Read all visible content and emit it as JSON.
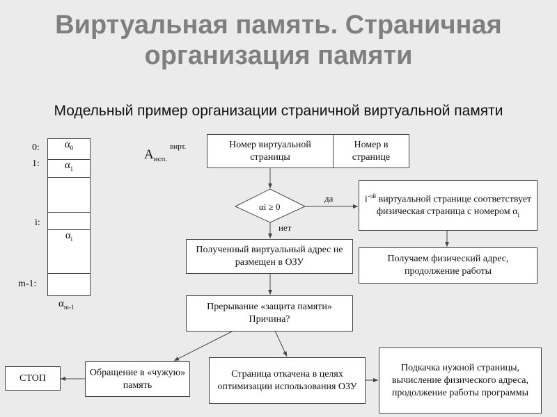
{
  "title": "Виртуальная память. Страничная организация памяти",
  "subtitle": "Модельный пример организации страничной виртуальной памяти",
  "table": {
    "row_labels": [
      "0:",
      "1:",
      "i:",
      "m-1:"
    ],
    "alpha": "α",
    "subs": [
      "0",
      "1",
      "i",
      "m-1"
    ]
  },
  "address": {
    "main": "A",
    "sub": "исп.",
    "sup": "вирт."
  },
  "boxes": {
    "virtual_page": "Номер виртуальной страницы",
    "page_offset": "Номер в странице",
    "condition": "αi ≥ 0",
    "match_pre": "i",
    "match_sup": "-ой",
    "match_text": "виртуальной странице соответствует физическая страница с номером α",
    "match_sub": "i",
    "get_physical": "Получаем физический адрес, продолжение работы",
    "not_in_ram": "Полученный виртуальный адрес не размещен в ОЗУ",
    "interrupt": "Прерывание «защита памяти» Причина?",
    "stop": "СТОП",
    "foreign": "Обращение в «чужую» память",
    "swapped": "Страница откачена в целях оптимизации использования ОЗУ",
    "swap_in": "Подкачка нужной страницы, вычисление физического адреса, продолжение работы программы"
  },
  "labels": {
    "yes": "да",
    "no": "нет"
  }
}
